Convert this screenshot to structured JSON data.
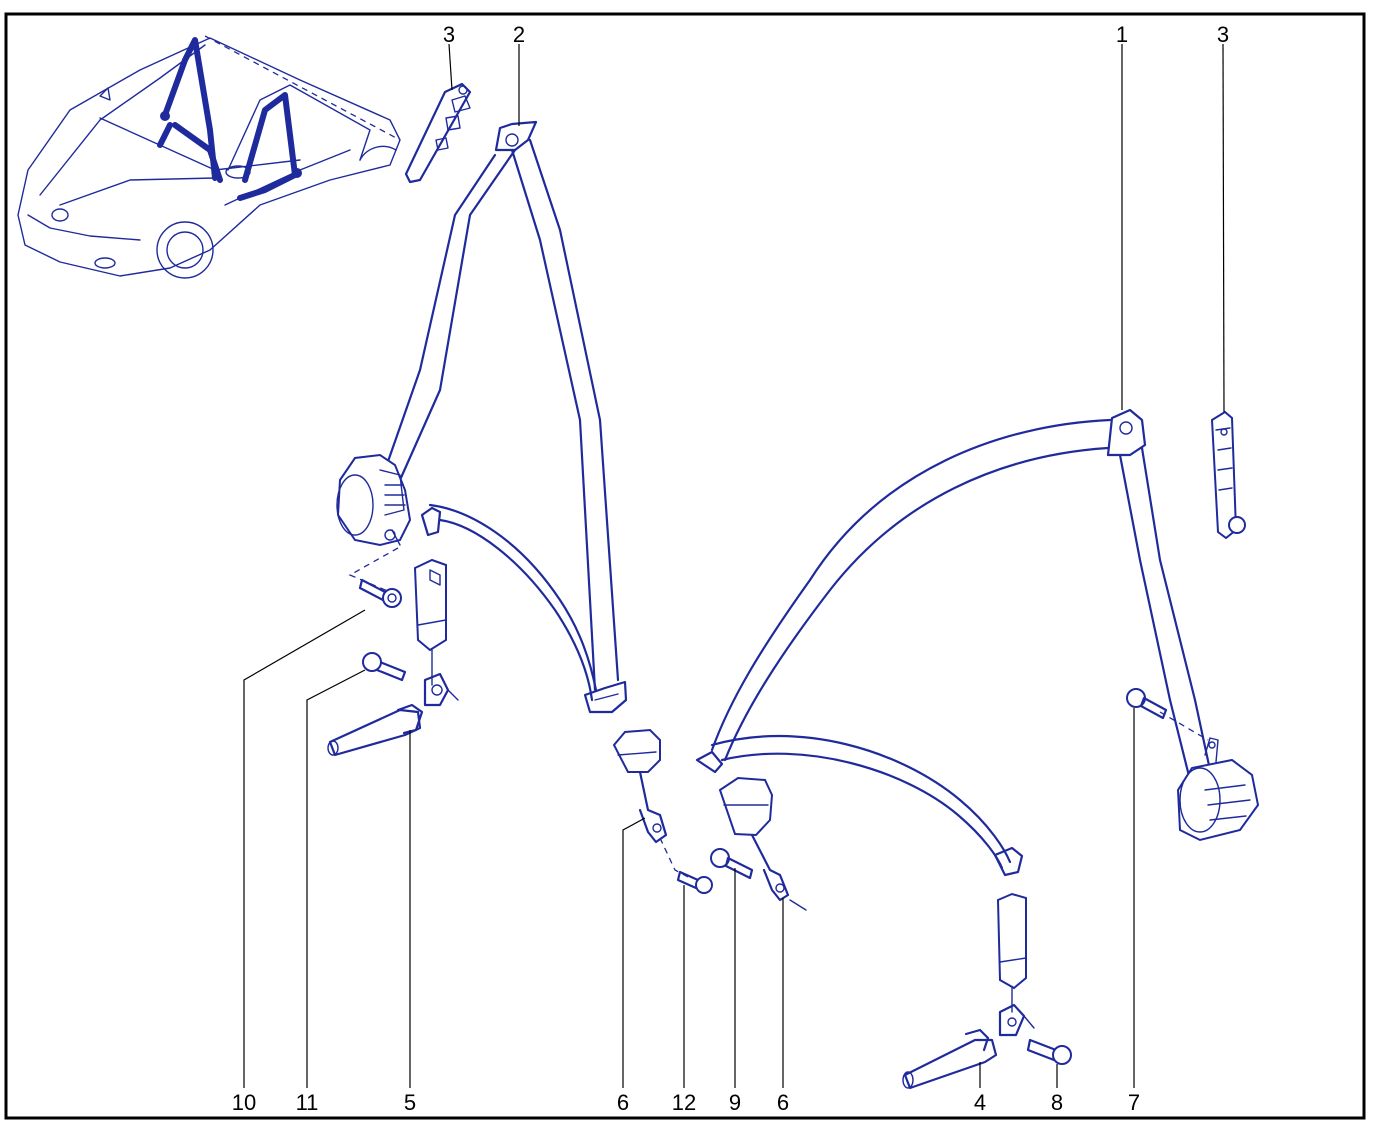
{
  "callouts": {
    "top_3_left": "3",
    "top_2": "2",
    "top_1": "1",
    "top_3_right": "3",
    "bottom_10": "10",
    "bottom_11": "11",
    "bottom_5": "5",
    "bottom_6_left": "6",
    "bottom_12": "12",
    "bottom_9": "9",
    "bottom_6_right": "6",
    "bottom_4": "4",
    "bottom_8": "8",
    "bottom_7": "7"
  },
  "colors": {
    "line": "#1f2b9c",
    "frame": "#000000",
    "background": "#ffffff"
  }
}
